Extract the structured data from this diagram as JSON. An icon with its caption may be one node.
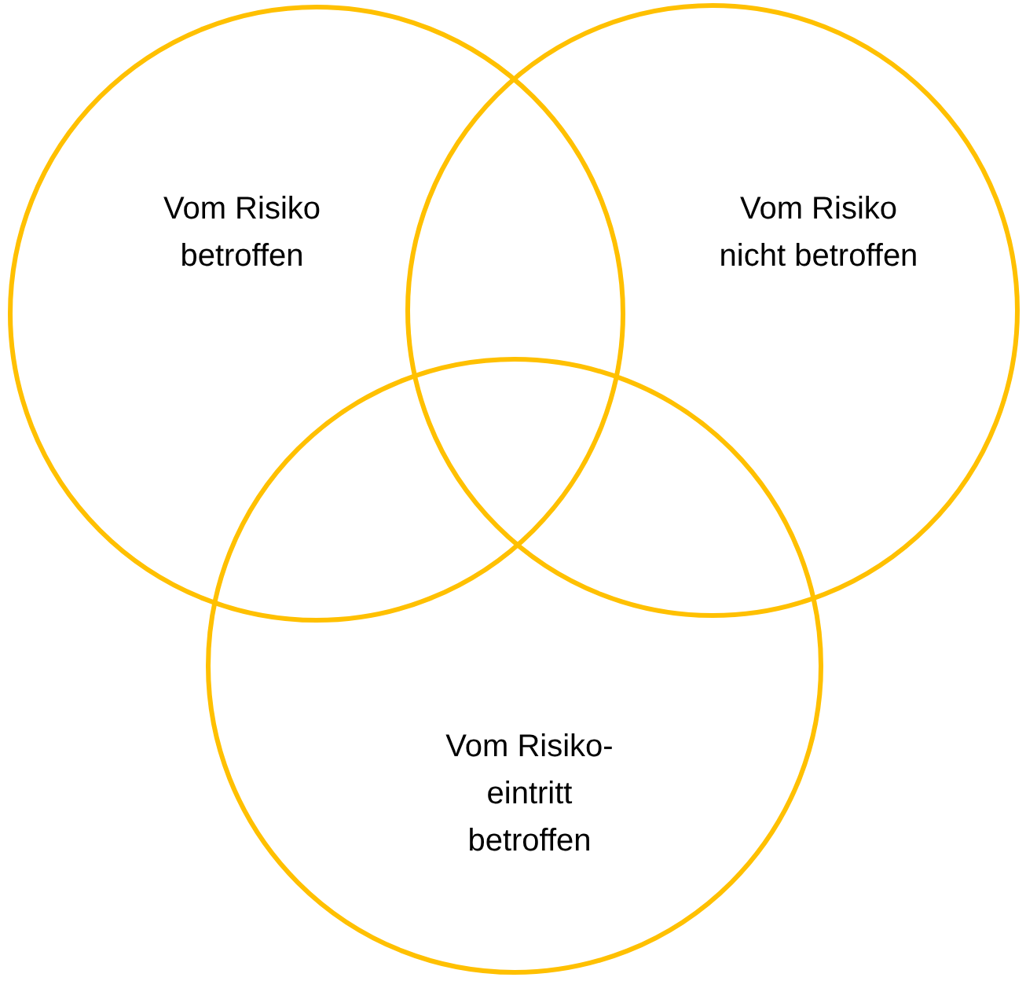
{
  "diagram": {
    "nodes": [
      {
        "text": [
          "Vom Risiko betroffen"
        ]
      },
      {
        "text": [
          "Vom Risiko nicht betroffen"
        ]
      },
      {
        "text": [
          "Vom Risiko- eintritt betroffen"
        ]
      }
    ]
  }
}
